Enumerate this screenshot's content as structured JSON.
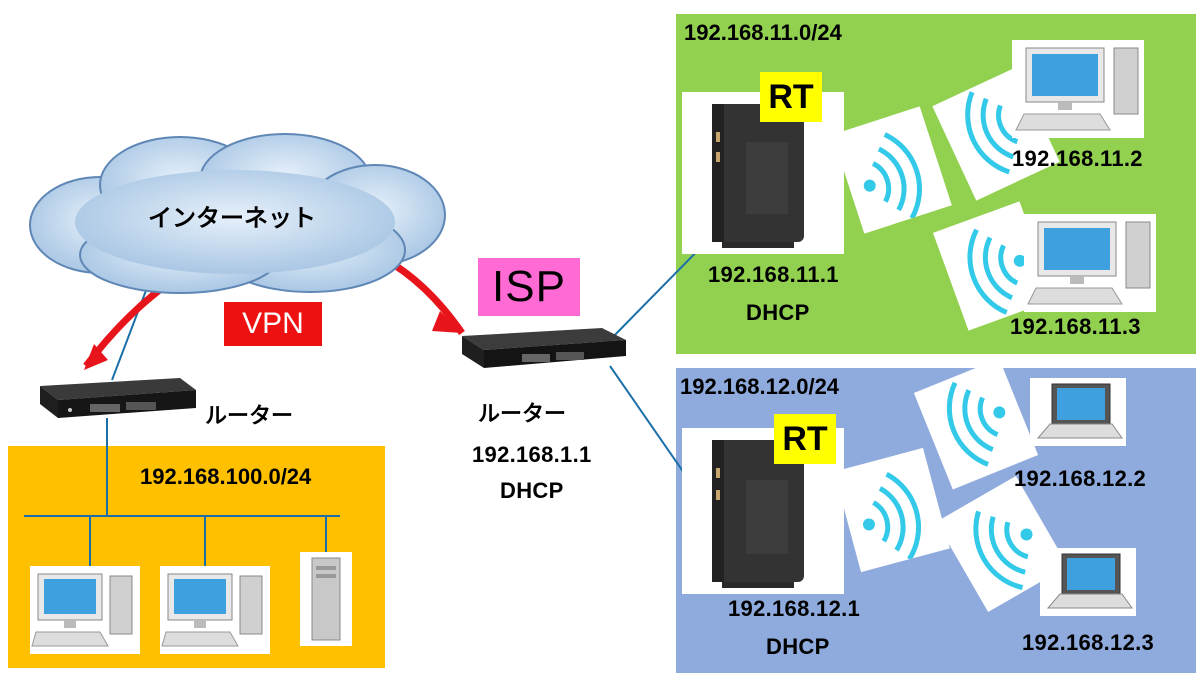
{
  "internet": {
    "label": "インターネット"
  },
  "vpn": {
    "label": "VPN"
  },
  "isp": {
    "label": "ISP"
  },
  "left_router": {
    "label": "ルーター"
  },
  "left_network": {
    "subnet": "192.168.100.0/24"
  },
  "isp_router": {
    "label": "ルーター",
    "ip": "192.168.1.1",
    "service": "DHCP"
  },
  "network_green": {
    "subnet": "192.168.11.0/24",
    "rt_label": "RT",
    "rt_ip": "192.168.11.1",
    "rt_service": "DHCP",
    "clients": [
      "192.168.11.2",
      "192.168.11.3"
    ]
  },
  "network_blue": {
    "subnet": "192.168.12.0/24",
    "rt_label": "RT",
    "rt_ip": "192.168.12.1",
    "rt_service": "DHCP",
    "clients": [
      "192.168.12.2",
      "192.168.12.3"
    ]
  },
  "colors": {
    "left_network_bg": "#ffc000",
    "green_network_bg": "#92d050",
    "blue_network_bg": "#8faadc",
    "cloud": "#b4cfe8",
    "vpn_arrow": "#e8141b",
    "wifi": "#33c9e8"
  }
}
